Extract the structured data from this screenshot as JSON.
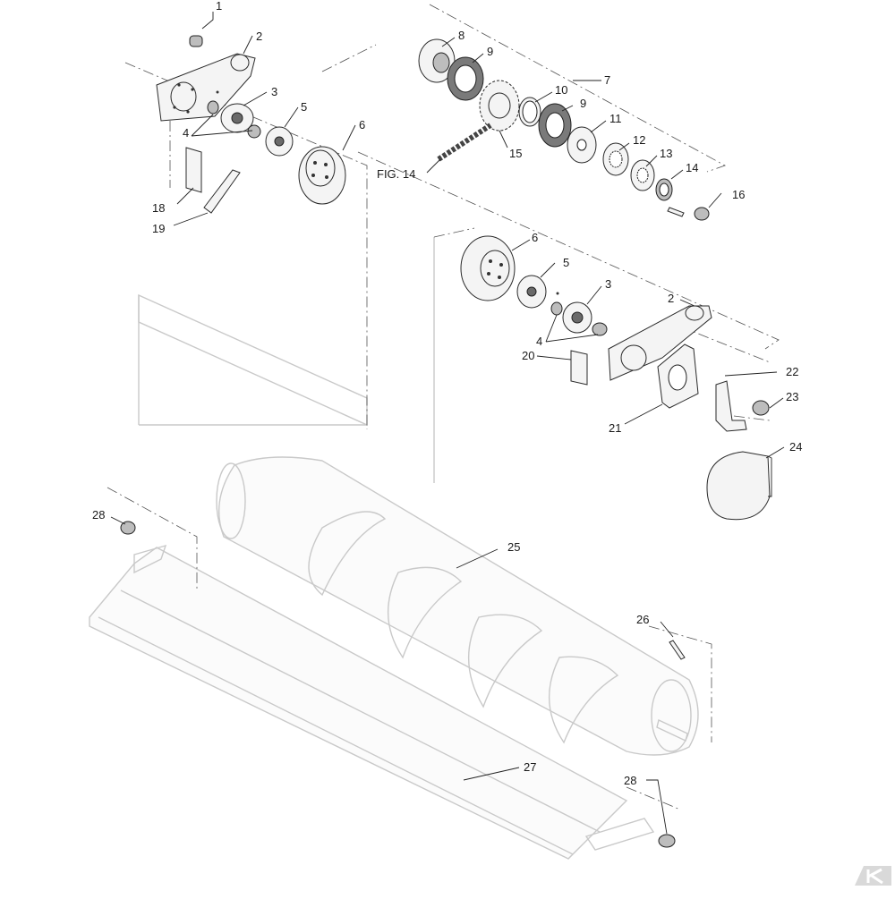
{
  "callouts": [
    {
      "id": "c1",
      "label": "1"
    },
    {
      "id": "c2a",
      "label": "2"
    },
    {
      "id": "c3a",
      "label": "3"
    },
    {
      "id": "c4a",
      "label": "4"
    },
    {
      "id": "c5a",
      "label": "5"
    },
    {
      "id": "c6a",
      "label": "6"
    },
    {
      "id": "c7",
      "label": "7"
    },
    {
      "id": "c8",
      "label": "8"
    },
    {
      "id": "c9a",
      "label": "9"
    },
    {
      "id": "c9b",
      "label": "9"
    },
    {
      "id": "c10",
      "label": "10"
    },
    {
      "id": "c11",
      "label": "11"
    },
    {
      "id": "c12",
      "label": "12"
    },
    {
      "id": "c13",
      "label": "13"
    },
    {
      "id": "c14",
      "label": "14"
    },
    {
      "id": "c15",
      "label": "15"
    },
    {
      "id": "c16",
      "label": "16"
    },
    {
      "id": "cfig",
      "label": "FIG. 14"
    },
    {
      "id": "c18",
      "label": "18"
    },
    {
      "id": "c19",
      "label": "19"
    },
    {
      "id": "c6b",
      "label": "6"
    },
    {
      "id": "c5b",
      "label": "5"
    },
    {
      "id": "c3b",
      "label": "3"
    },
    {
      "id": "c2b",
      "label": "2"
    },
    {
      "id": "c4b",
      "label": "4"
    },
    {
      "id": "c20",
      "label": "20"
    },
    {
      "id": "c21",
      "label": "21"
    },
    {
      "id": "c22",
      "label": "22"
    },
    {
      "id": "c23",
      "label": "23"
    },
    {
      "id": "c24",
      "label": "24"
    },
    {
      "id": "c25",
      "label": "25"
    },
    {
      "id": "c26",
      "label": "26"
    },
    {
      "id": "c27",
      "label": "27"
    },
    {
      "id": "c28a",
      "label": "28"
    },
    {
      "id": "c28b",
      "label": "28"
    }
  ]
}
